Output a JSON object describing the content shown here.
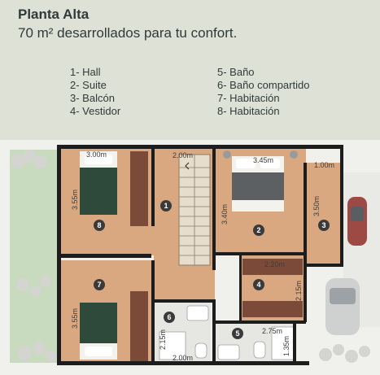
{
  "header": {
    "title": "Planta Alta",
    "subtitle": "70 m² desarrollados para tu confort."
  },
  "legend": {
    "left": [
      "1- Hall",
      "2- Suite",
      "3- Balcón",
      "4- Vestidor"
    ],
    "right": [
      "5- Baño",
      "6- Baño compartido",
      "7- Habitación",
      "8- Habitación"
    ]
  },
  "plan": {
    "dimensions": {
      "hall_width": "2.00m",
      "room8_width": "3.00m",
      "room8_height": "3.55m",
      "suite_width": "3.45m",
      "suite_height": "3.40m",
      "balcony_width": "1.00m",
      "balcony_height": "3.50m",
      "closet_width": "2.20m",
      "closet_height": "2.15m",
      "bath5_width": "2.75m",
      "bath5_height": "1.35m",
      "room7_height": "3.55m",
      "bath6_width": "2.00m",
      "bath6_height": "2.15m"
    },
    "markers": [
      "1",
      "2",
      "3",
      "4",
      "5",
      "6",
      "7",
      "8"
    ]
  },
  "colors": {
    "floor": "#d9a880",
    "wall": "#1d1d1d",
    "bedding": "#2e4a3b",
    "grass": "#c8dbbf",
    "tile": "#e6e6e2"
  }
}
